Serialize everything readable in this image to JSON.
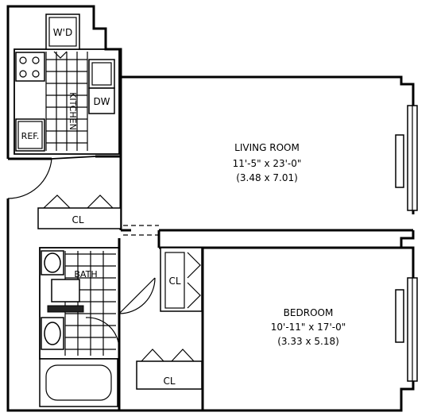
{
  "rooms": {
    "living": {
      "name": "LIVING ROOM",
      "dims_imperial": "11'-5\" x 23'-0\"",
      "dims_metric": "(3.48 x 7.01)"
    },
    "bedroom": {
      "name": "BEDROOM",
      "dims_imperial": "10'-11\" x 17'-0\"",
      "dims_metric": "(3.33 x 5.18)"
    },
    "kitchen": {
      "name": "KITCHEN"
    },
    "bath": {
      "name": "BATH"
    }
  },
  "fixtures": {
    "washer_dryer": "W'D",
    "dishwasher": "DW",
    "refrigerator": "REF.",
    "closet_entry": "CL",
    "closet_bedroom": "CL",
    "closet_bath": "CL"
  }
}
